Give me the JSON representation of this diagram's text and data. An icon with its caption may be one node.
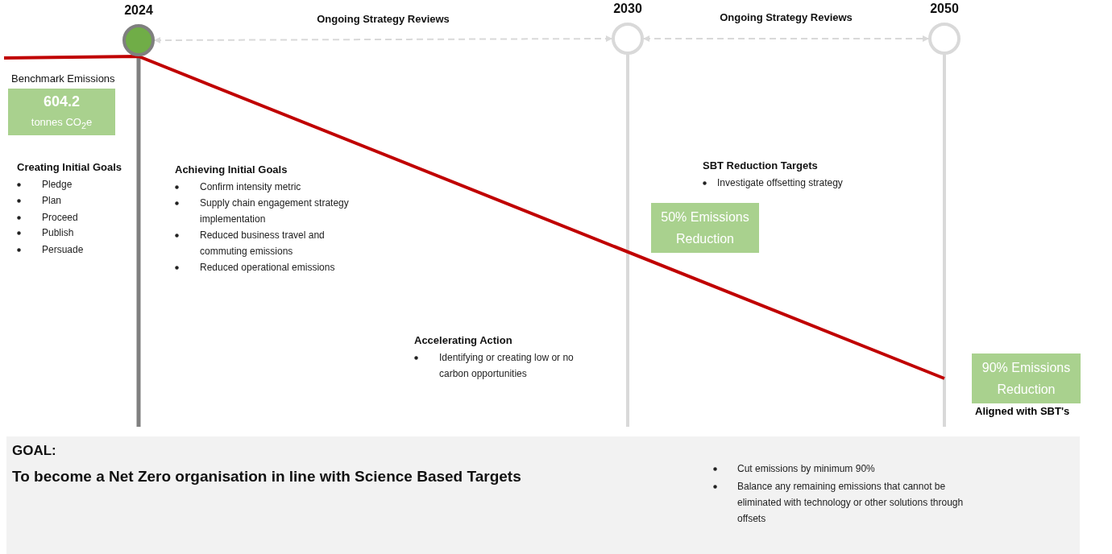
{
  "diagram": {
    "nodes": [
      {
        "text": [
          "2024"
        ]
      },
      {
        "text": [
          "2030"
        ]
      },
      {
        "text": [
          "2050"
        ]
      },
      {
        "text": [
          "Benchmark Emissions",
          "604.2",
          "tonnes CO$_{2}$e"
        ]
      },
      {
        "text": [
          "50% Emissions Reduction"
        ]
      },
      {
        "text": [
          "90% Emissions Reduction"
        ],
        "beside": [
          "Aligned with SBT's"
        ]
      },
      {
        "text": [
          "GOAL:",
          "To become a Net Zero organisation in line with Science Based Targets",
          "Cut emissions by minimum 90%",
          "Balance any remaining emissions that cannot be eliminated with technology or other solutions through offsets"
        ]
      }
    ],
    "edges": [
      {
        "from": 0,
        "to": 1,
        "arrow": "both",
        "style": "dashed",
        "label": "Ongoing Strategy Reviews"
      },
      {
        "from": 1,
        "to": 2,
        "arrow": "both",
        "style": "dashed",
        "label": "Ongoing Strategy Reviews"
      }
    ],
    "labels": [
      "Creating Initial Goals",
      "Pledge",
      "Plan",
      "Proceed",
      "Publish",
      "Persuade",
      "Achieving Initial Goals",
      "Confirm intensity metric",
      "Supply chain engagement strategy implementation",
      "Reduced business travel and commuting emissions",
      "Reduced operational emissions",
      "Accelerating Action",
      "Identifying or creating low or no carbon opportunities",
      "SBT Reduction Targets",
      "Investigate offsetting strategy"
    ]
  }
}
